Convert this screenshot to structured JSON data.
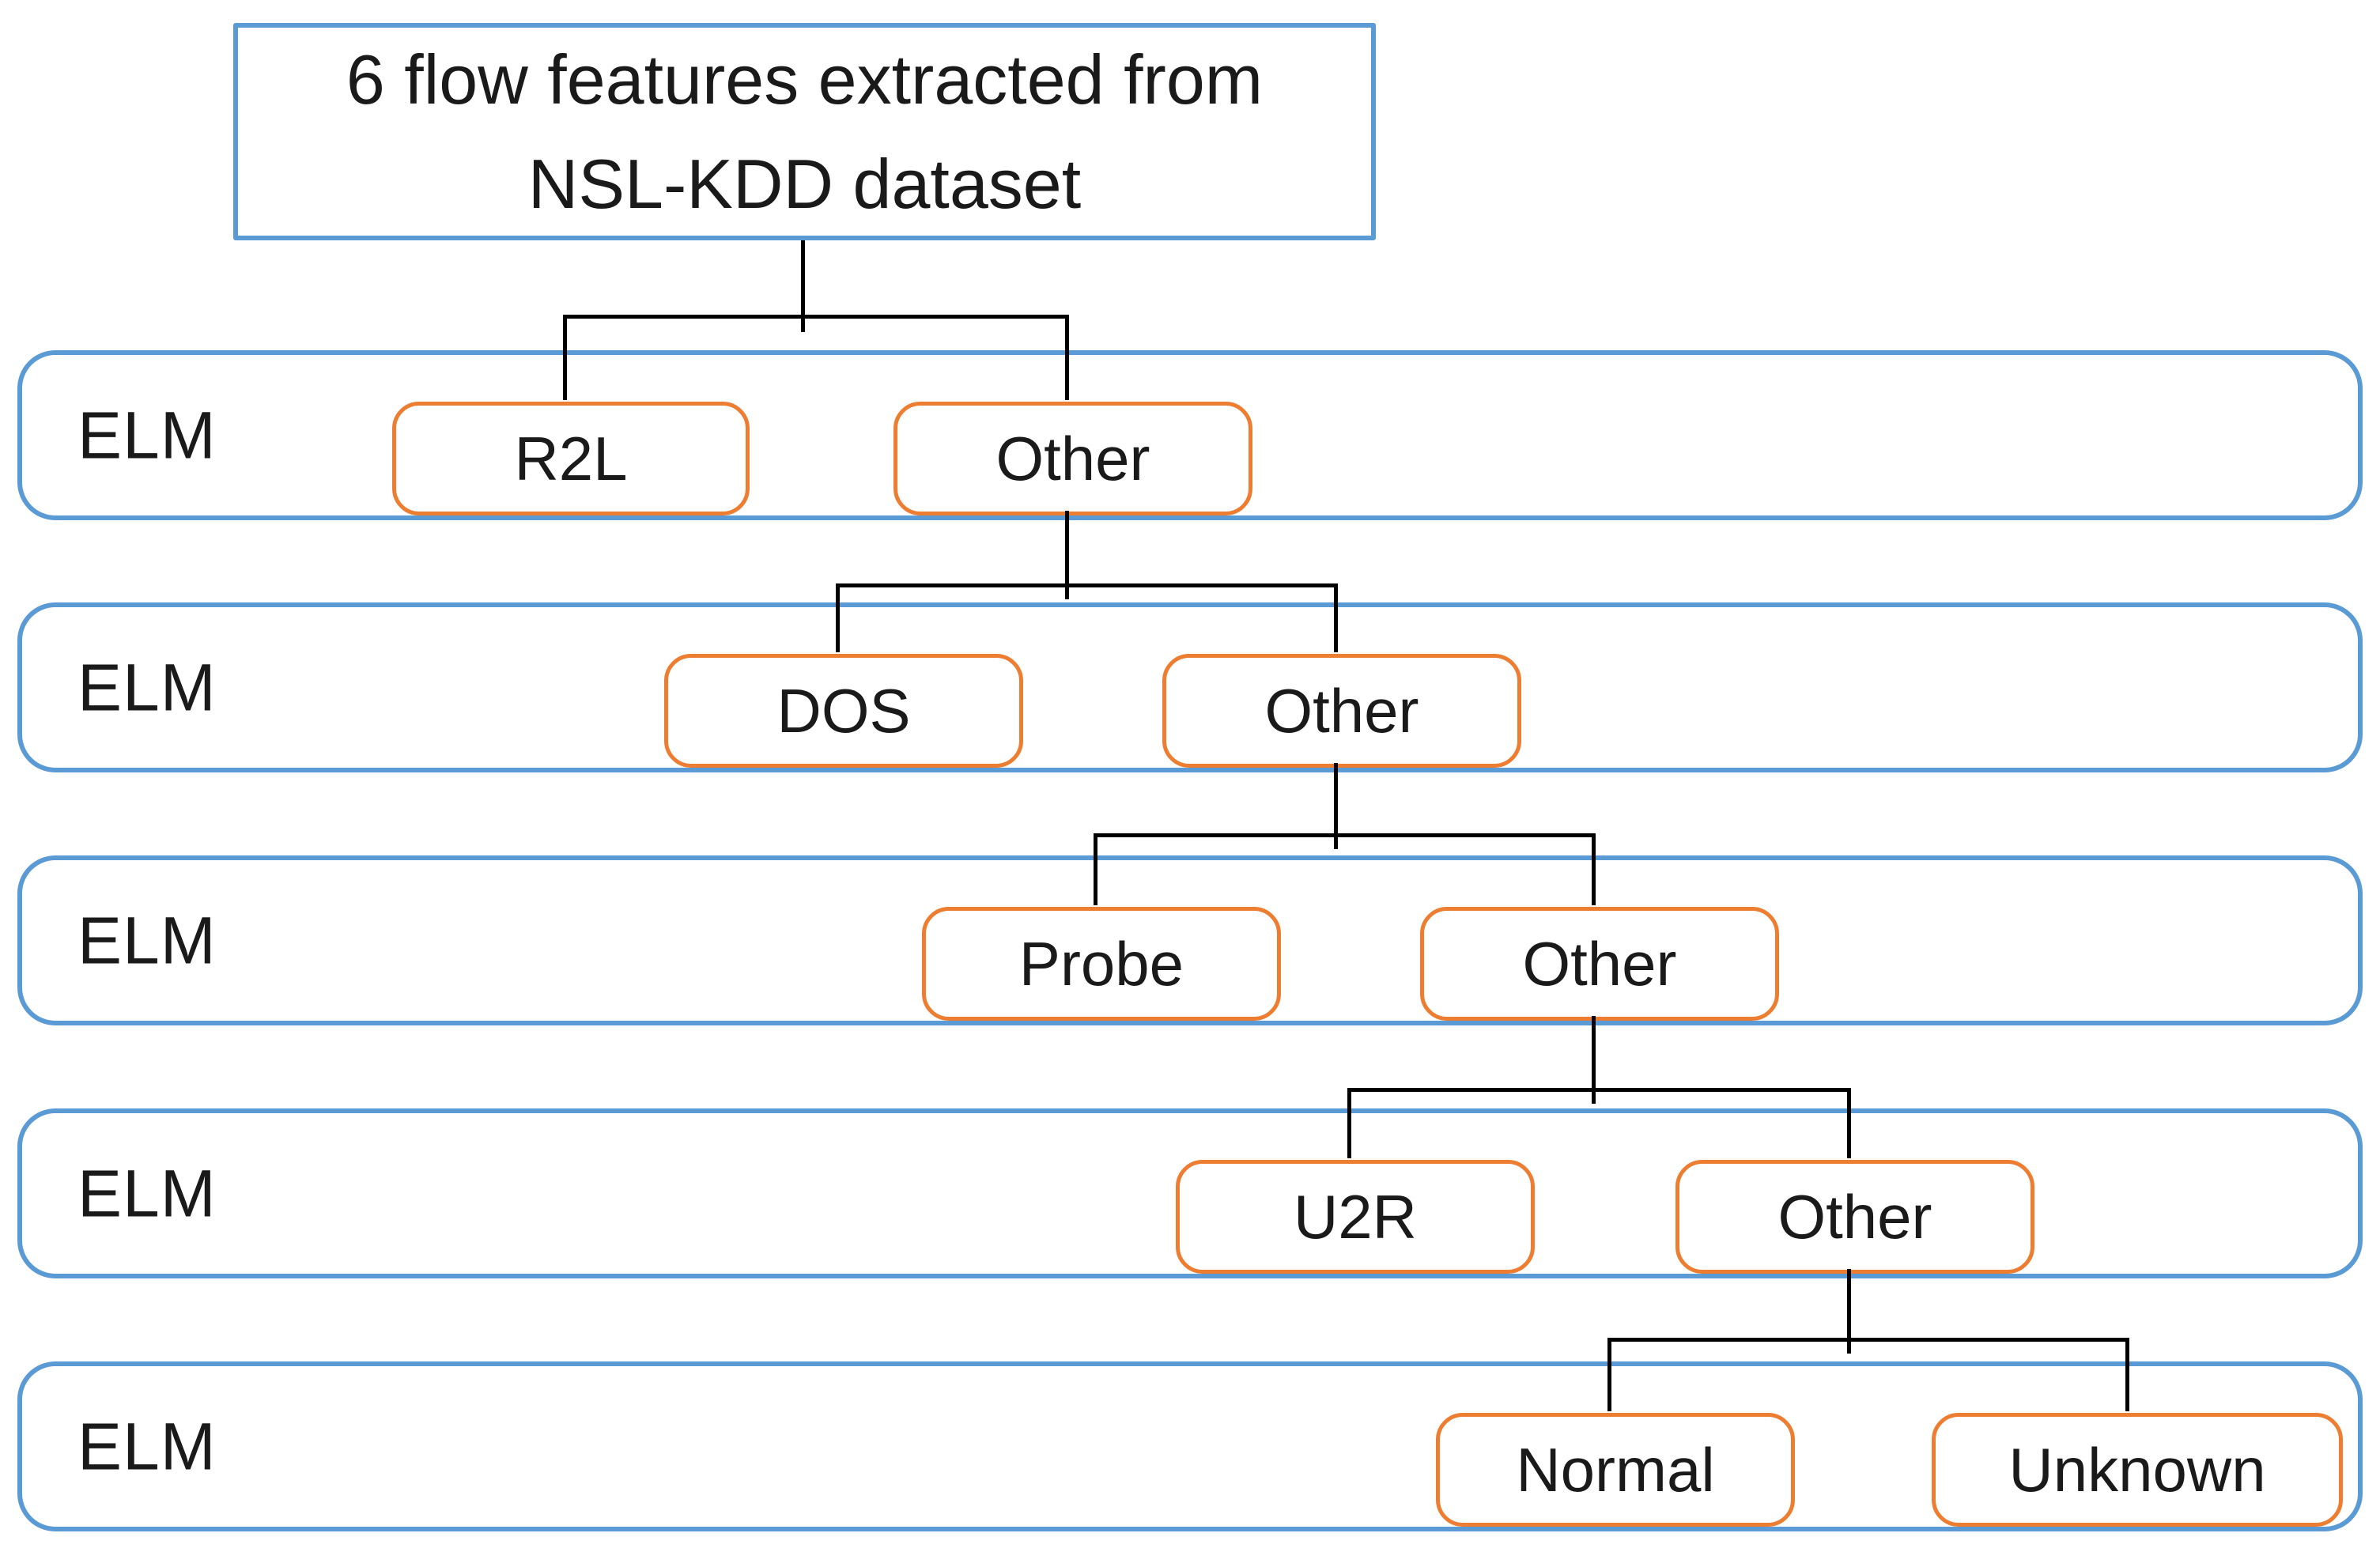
{
  "diagram": {
    "title_box": {
      "line1": "6 flow features extracted from",
      "line2": "NSL-KDD dataset"
    },
    "levels": [
      {
        "classifier": "ELM",
        "left_class": "R2L",
        "right_class": "Other"
      },
      {
        "classifier": "ELM",
        "left_class": "DOS",
        "right_class": "Other"
      },
      {
        "classifier": "ELM",
        "left_class": "Probe",
        "right_class": "Other"
      },
      {
        "classifier": "ELM",
        "left_class": "U2R",
        "right_class": "Other"
      },
      {
        "classifier": "ELM",
        "left_class": "Normal",
        "right_class": "Unknown"
      }
    ],
    "colors": {
      "row_border": "#5B9BD5",
      "class_box_border": "#ED7D31",
      "connector": "#000000",
      "text": "#1a1a1a"
    }
  }
}
